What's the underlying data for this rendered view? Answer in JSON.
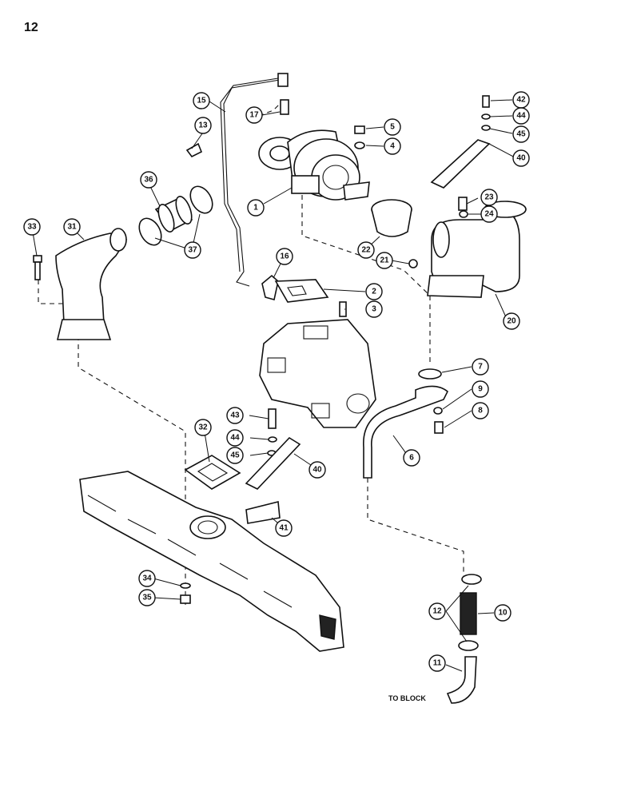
{
  "page": {
    "number": "12"
  },
  "diagram": {
    "callouts": [
      "1",
      "2",
      "3",
      "4",
      "5",
      "6",
      "7",
      "8",
      "9",
      "10",
      "11",
      "12",
      "13",
      "15",
      "16",
      "17",
      "20",
      "21",
      "22",
      "23",
      "24",
      "31",
      "32",
      "33",
      "34",
      "35",
      "36",
      "37",
      "40",
      "41",
      "42",
      "43",
      "44",
      "45"
    ],
    "notes": {
      "to_block": "TO BLOCK"
    }
  }
}
